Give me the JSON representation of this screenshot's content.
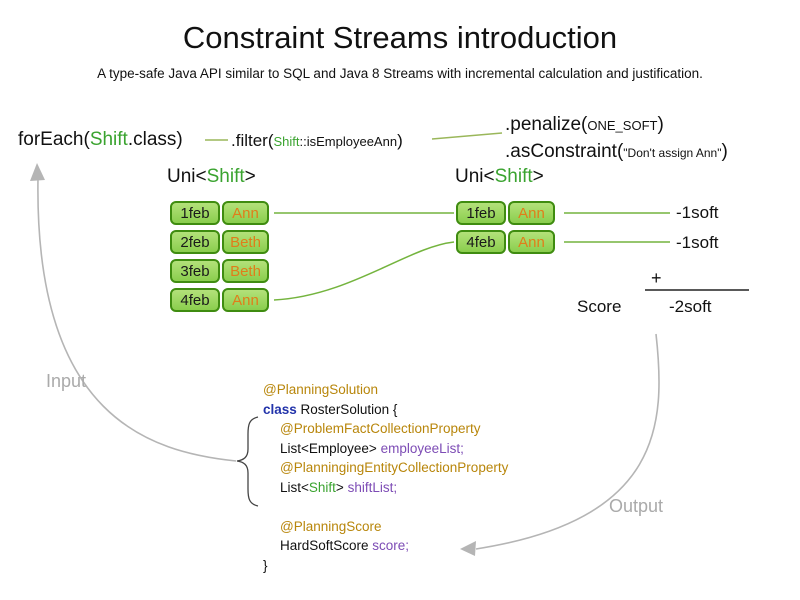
{
  "title": "Constraint Streams introduction",
  "subtitle": "A type-safe Java API similar to SQL and Java 8 Streams with incremental calculation and justification.",
  "colors": {
    "green": "#3aa32f",
    "orange": "#e07d1a",
    "annotation": "#b8860b",
    "keyword": "#2233aa",
    "variable": "#7d4cb5"
  },
  "flow": {
    "foreach": {
      "pre": "forEach(",
      "shift": "Shift",
      "post": ".class)"
    },
    "filter": {
      "pre": ".filter(",
      "arg_shift": "Shift",
      "arg_rest": "::isEmployeeAnn",
      "close": ")"
    },
    "penalize": {
      "pre": ".penalize(",
      "arg": "ONE_SOFT",
      "close": ")"
    },
    "as_constraint": {
      "pre": ".asConstraint(",
      "arg": "\"Don't assign Ann\"",
      "close": ")"
    }
  },
  "uni_label": {
    "pre": "Uni<",
    "shift": "Shift",
    "post": ">"
  },
  "left_table": {
    "rows": [
      {
        "date": "1feb",
        "name": "Ann"
      },
      {
        "date": "2feb",
        "name": "Beth"
      },
      {
        "date": "3feb",
        "name": "Beth"
      },
      {
        "date": "4feb",
        "name": "Ann"
      }
    ]
  },
  "right_table": {
    "rows": [
      {
        "date": "1feb",
        "name": "Ann"
      },
      {
        "date": "4feb",
        "name": "Ann"
      }
    ]
  },
  "scores": {
    "penalty1": "-1soft",
    "penalty2": "-1soft",
    "plus": "+",
    "score_label": "Score",
    "total": "-2soft"
  },
  "annotations": {
    "input": "Input",
    "output": "Output"
  },
  "code": {
    "planning_solution": "@PlanningSolution",
    "class_kw": "class",
    "class_rest": " RosterSolution {",
    "problem_fact_annotation": "@ProblemFactCollectionProperty",
    "employee_type": "List<Employee> ",
    "employee_var": "employeeList;",
    "planning_entity_annotation": "@PlanningingEntityCollectionProperty",
    "shift_type_pre": "List<",
    "shift_type_shift": "Shift",
    "shift_type_post": "> ",
    "shift_var": "shiftList;",
    "planning_score_annotation": "@PlanningScore",
    "score_type": "HardSoftScore ",
    "score_var": "score;",
    "closing_brace": "}"
  }
}
